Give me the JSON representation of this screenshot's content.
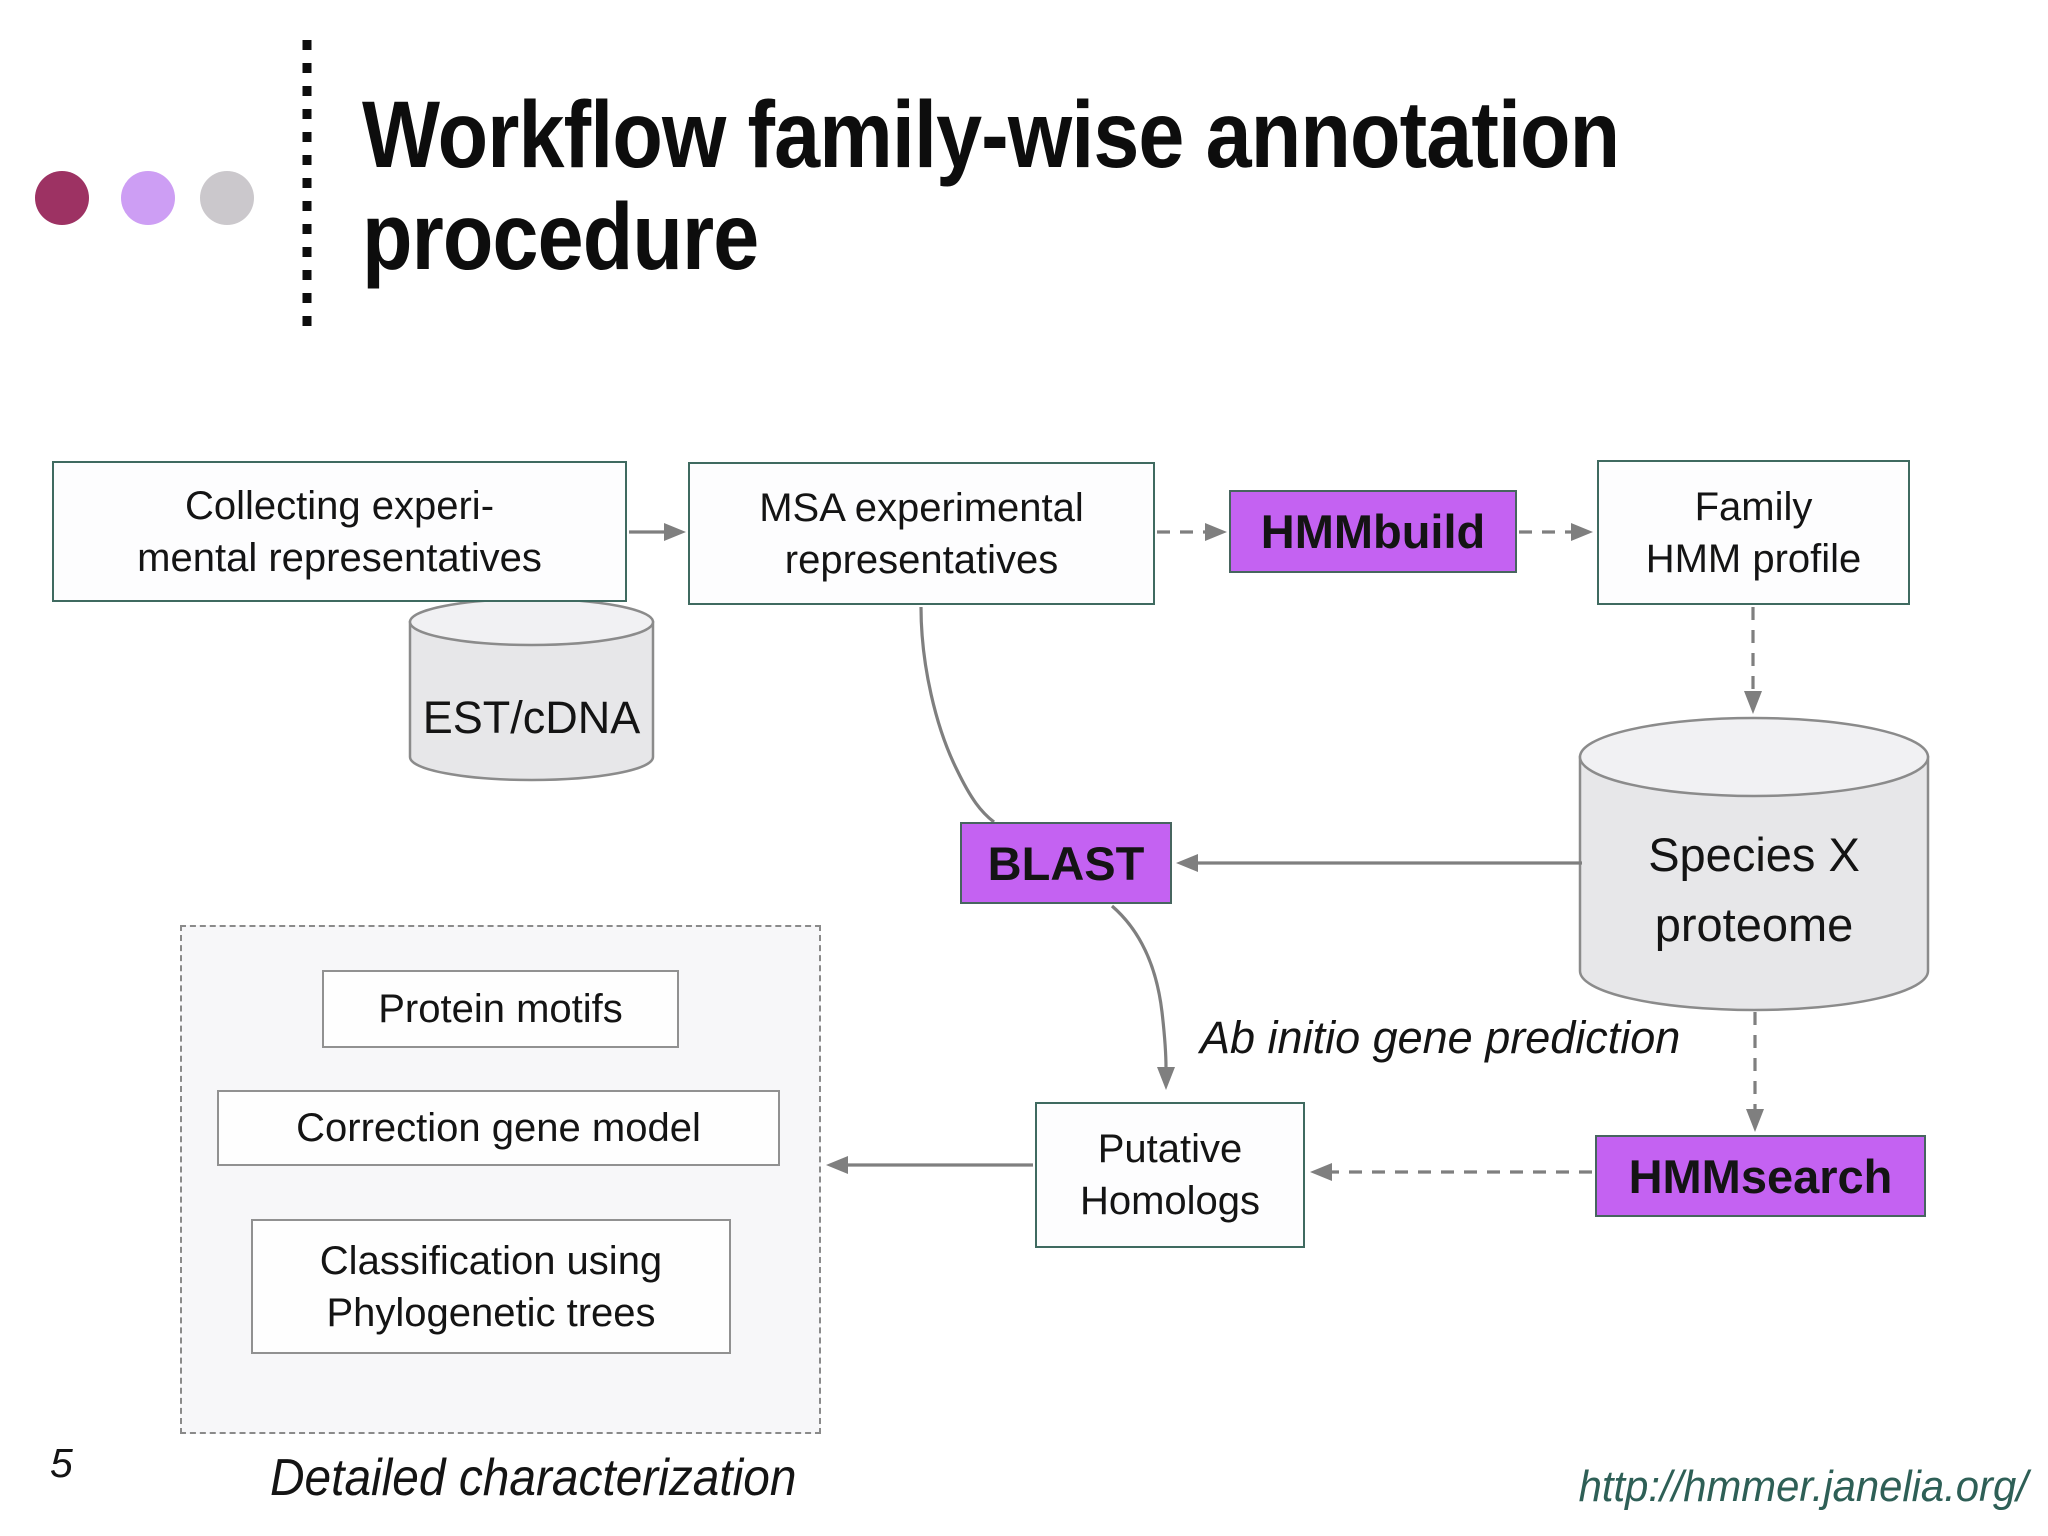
{
  "header": {
    "title_line1": "Workflow family-wise annotation",
    "title_line2": "procedure"
  },
  "nodes": {
    "collecting": {
      "line1": "Collecting experi-",
      "line2": "mental representatives"
    },
    "msa": {
      "line1": "MSA experimental",
      "line2": "representatives"
    },
    "hmmbuild": {
      "label": "HMMbuild"
    },
    "family": {
      "line1": "Family",
      "line2": "HMM profile"
    },
    "est": {
      "label": "EST/cDNA"
    },
    "species": {
      "line1": "Species X",
      "line2": "proteome"
    },
    "blast": {
      "label": "BLAST"
    },
    "putative": {
      "line1": "Putative",
      "line2": "Homologs"
    },
    "hmmsearch": {
      "label": "HMMsearch"
    },
    "protein_motifs": {
      "label": "Protein motifs"
    },
    "correction": {
      "label": "Correction gene model"
    },
    "classification": {
      "line1": "Classification using",
      "line2": "Phylogenetic trees"
    }
  },
  "labels": {
    "ab_initio": "Ab initio gene prediction",
    "detailed": "Detailed characterization"
  },
  "footer": {
    "page_number": "5",
    "url": "http://hmmer.janelia.org/"
  },
  "colors": {
    "purple_fill": "#c462f2",
    "purple_border": "#47655f",
    "teal_border": "#3f6a60",
    "gray_border": "#919191",
    "dash_border": "#8a8a8a",
    "container_fill": "#f7f7f9",
    "arrow_gray": "#7f7f7f",
    "cyl_fill": "#e7e7e9",
    "cyl_top": "#f1f1f3",
    "cyl_stroke": "#8b8b8b",
    "dot_maroon": "#9d3263",
    "dot_purple": "#cd9ef4",
    "dot_gray": "#cbc8cc",
    "url_teal": "#2e5f56",
    "text_black": "#141414",
    "title_black": "#0d0d0d"
  }
}
